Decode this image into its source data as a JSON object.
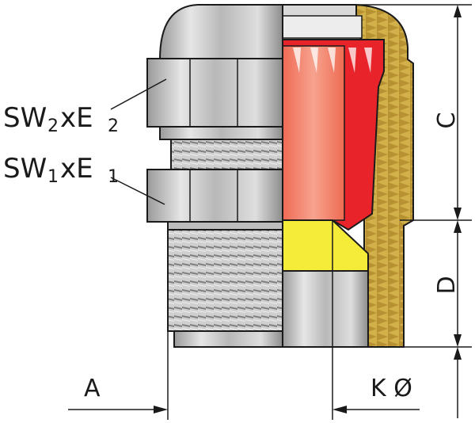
{
  "labels": {
    "sw2_main": "SW",
    "sw2_sub": "2",
    "sw2_x": "xE",
    "sw2_e_sub": "2",
    "sw1_main": "SW",
    "sw1_sub": "1",
    "sw1_x": "xE",
    "sw1_e_sub": "1",
    "dim_a": "A",
    "dim_k": "K Ø",
    "dim_c": "C",
    "dim_d": "D"
  },
  "colors": {
    "metal": "#c8c8c8",
    "metal_dark": "#8a8a8a",
    "brass": "#d2b04a",
    "seal_red": "#e8232a",
    "seal_salmon": "#f07a60",
    "insert_yellow": "#f5ec3a",
    "outline": "#1a1a1a"
  }
}
